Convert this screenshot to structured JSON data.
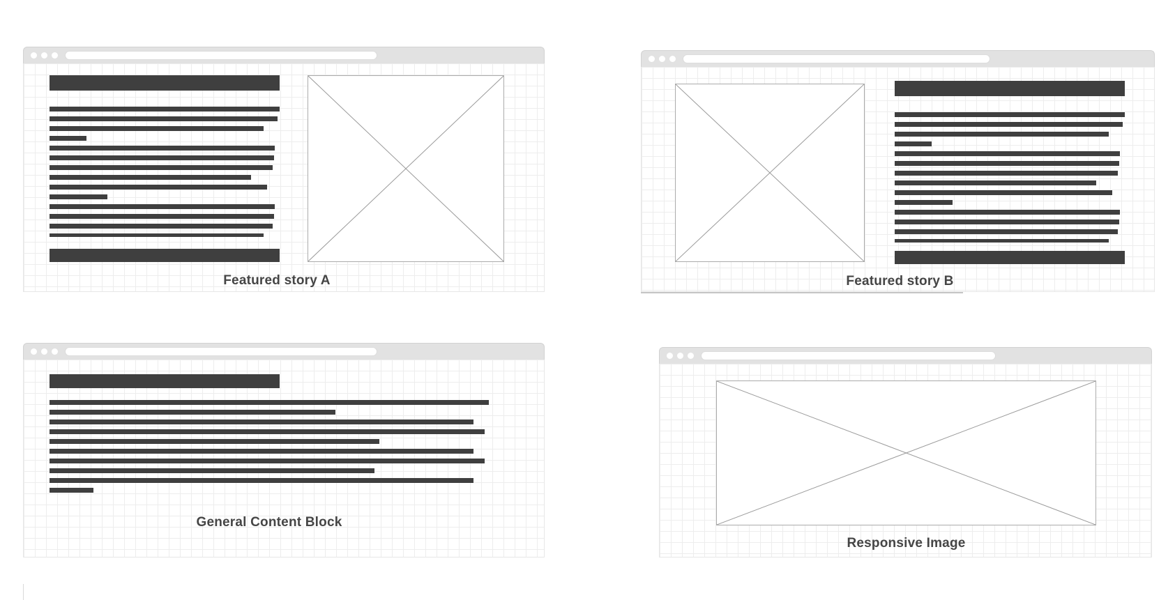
{
  "colors": {
    "skeleton_bar": "#3f3f3f",
    "chrome_gray": "#e2e2e2",
    "grid_line": "#ededed",
    "placeholder_border": "#ababab",
    "placeholder_cross": "#9a9a9a",
    "caption_text": "#454545"
  },
  "windows": [
    {
      "id": "featured-story-a",
      "caption": "Featured story A",
      "layout": "text-left-image-right",
      "skeleton_lines": [
        [
          100,
          7
        ],
        [
          99,
          7
        ],
        [
          93,
          7
        ],
        [
          16,
          7
        ],
        [
          98,
          7
        ],
        [
          97.5,
          7
        ],
        [
          97,
          7
        ],
        [
          87.5,
          7
        ],
        [
          94.5,
          7
        ],
        [
          25,
          7
        ],
        [
          98,
          7
        ],
        [
          97.5,
          7
        ],
        [
          97,
          7
        ],
        [
          93,
          5
        ]
      ]
    },
    {
      "id": "featured-story-b",
      "caption": "Featured story B",
      "layout": "image-left-text-right",
      "skeleton_lines": [
        [
          100,
          7
        ],
        [
          99,
          7
        ],
        [
          93,
          7
        ],
        [
          16,
          7
        ],
        [
          98,
          7
        ],
        [
          97.5,
          7
        ],
        [
          97,
          7
        ],
        [
          87.5,
          7
        ],
        [
          94.5,
          7
        ],
        [
          25,
          7
        ],
        [
          98,
          7
        ],
        [
          97.5,
          7
        ],
        [
          97,
          7
        ],
        [
          93,
          5
        ]
      ]
    },
    {
      "id": "general-content-block",
      "caption": "General Content Block",
      "layout": "full-width-text",
      "skeleton_lines": [
        [
          100,
          7
        ],
        [
          65,
          7
        ],
        [
          96.5,
          7
        ],
        [
          99,
          7
        ],
        [
          75,
          7
        ],
        [
          96.5,
          7
        ],
        [
          99,
          7
        ],
        [
          74,
          7
        ],
        [
          96.5,
          7
        ],
        [
          10,
          7
        ]
      ]
    },
    {
      "id": "responsive-image",
      "caption": "Responsive Image",
      "layout": "full-width-image",
      "skeleton_lines": []
    }
  ]
}
